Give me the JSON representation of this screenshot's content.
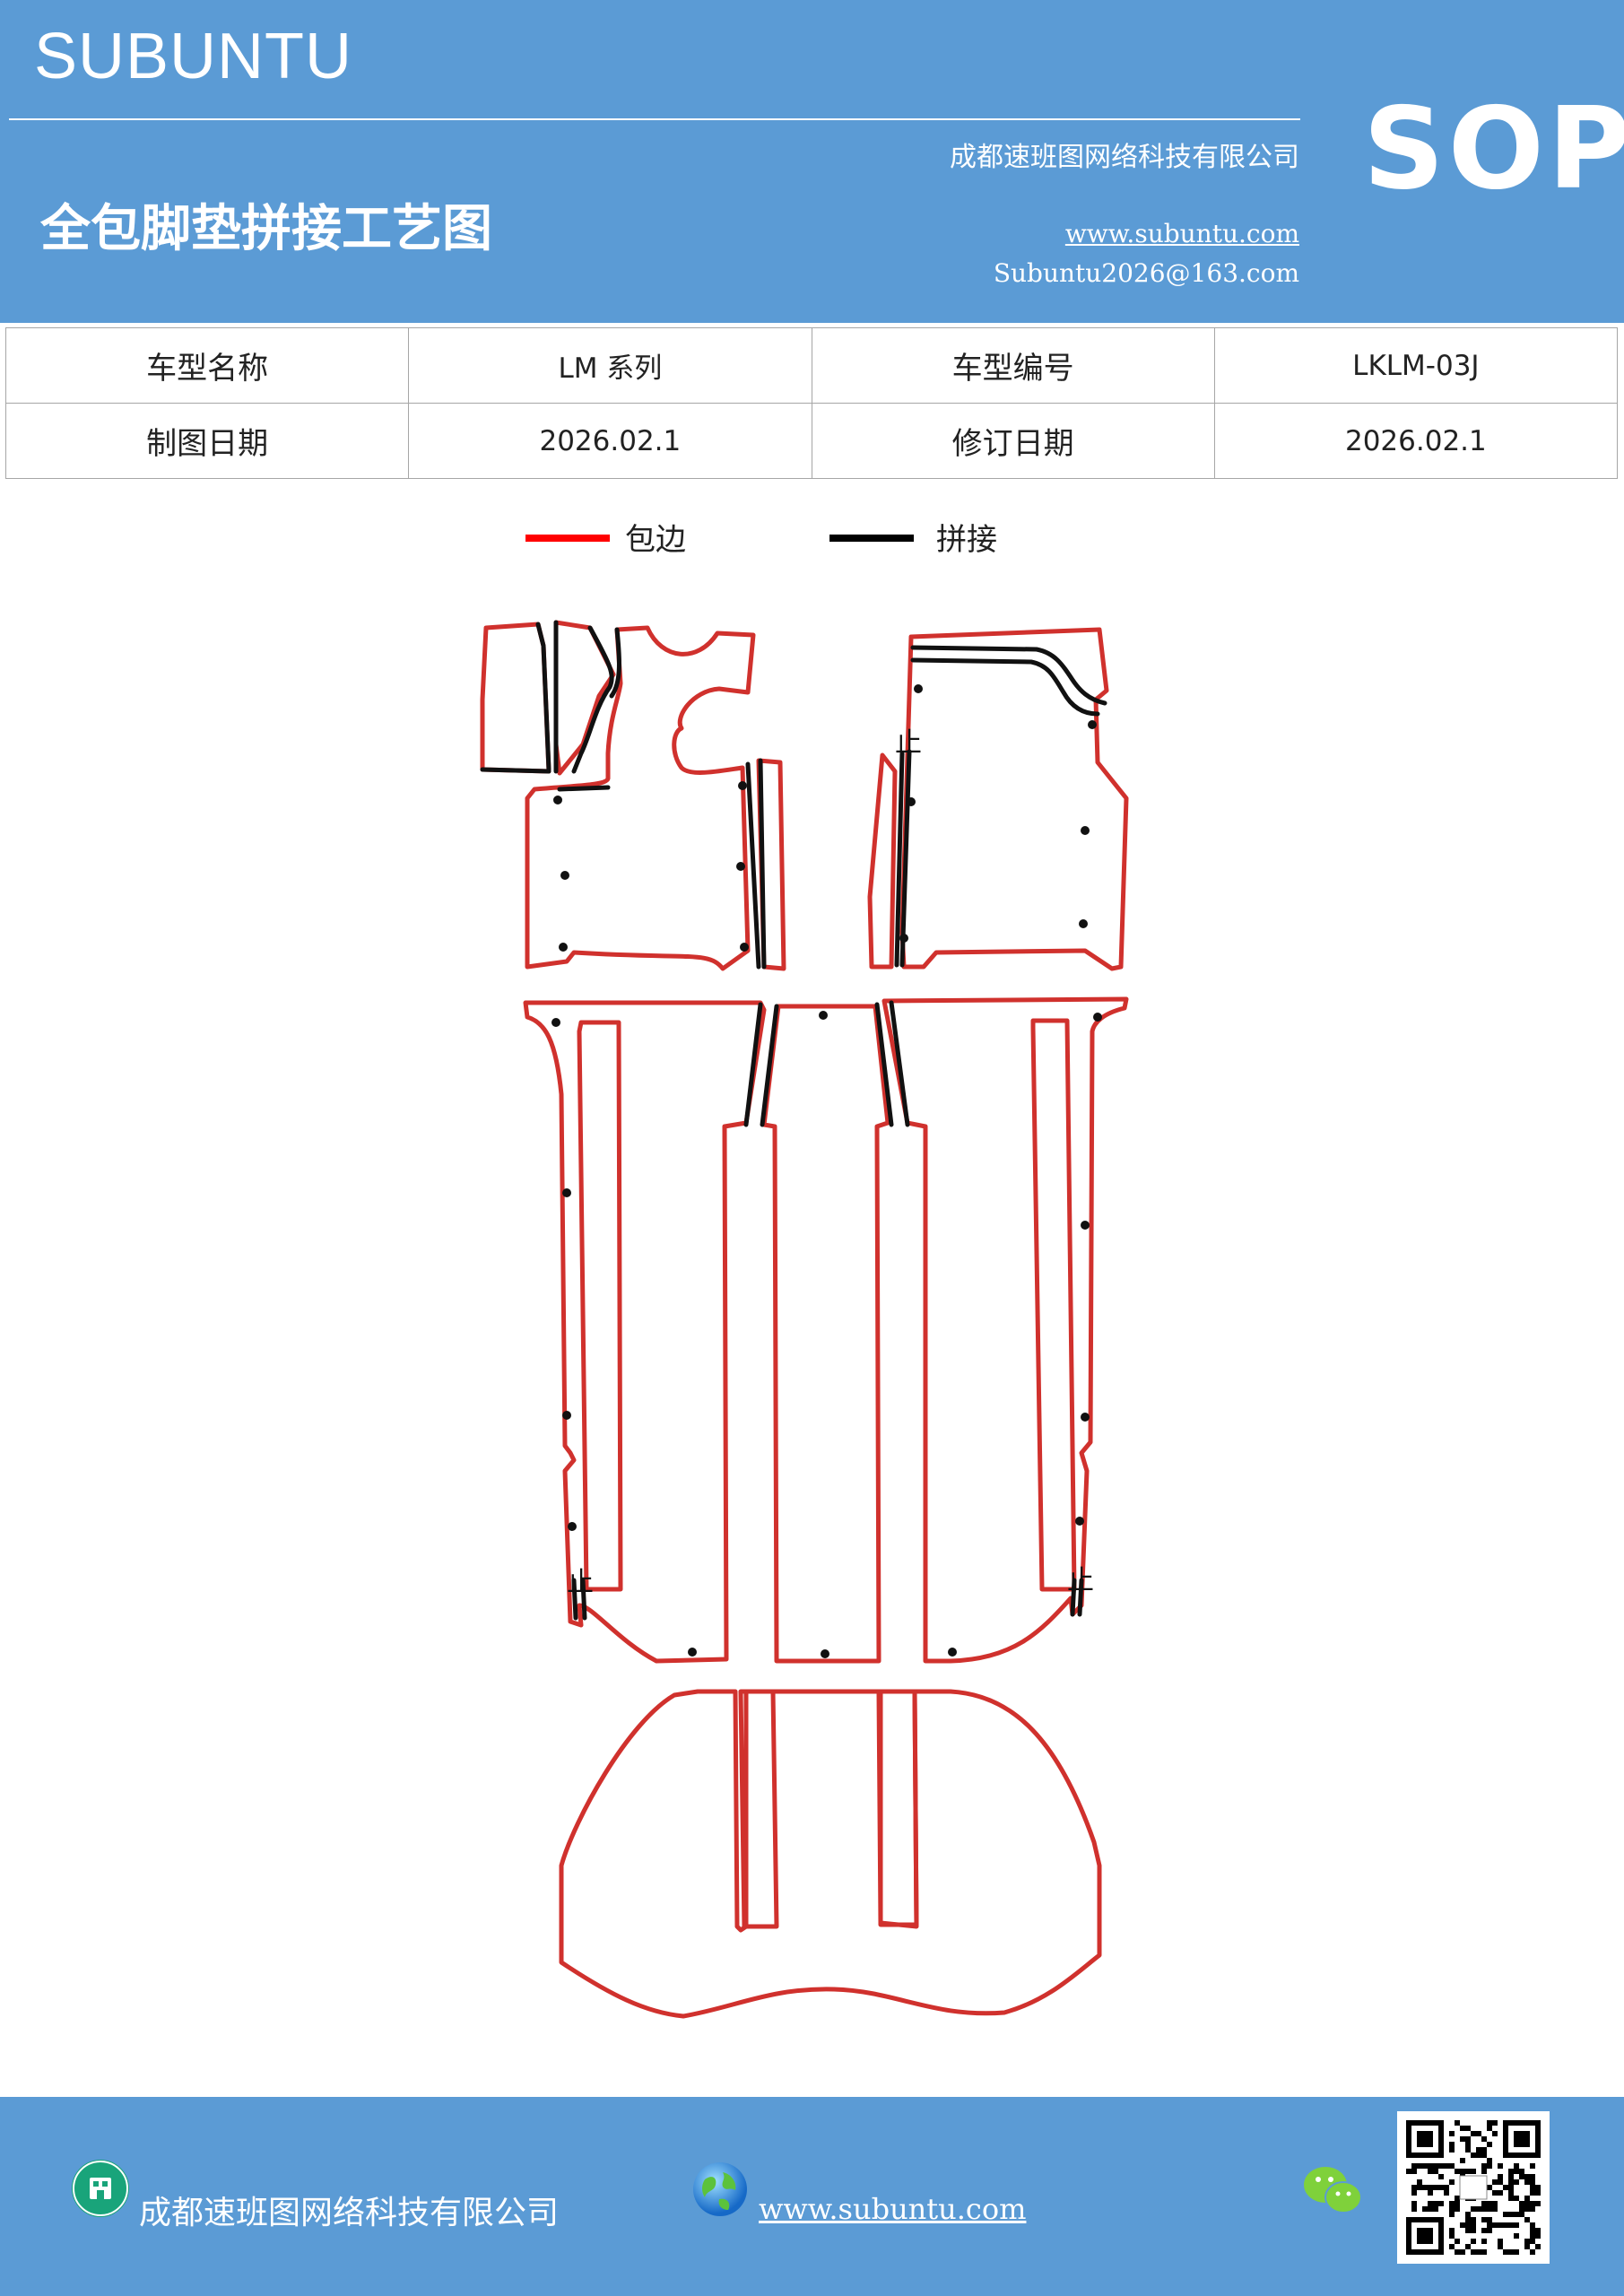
{
  "header": {
    "brand": "SUBUNTU",
    "company": "成都速班图网络科技有限公司",
    "title": "全包脚垫拼接工艺图",
    "url": "www.subuntu.com",
    "email": "Subuntu2026@163.com",
    "sop": "SOP"
  },
  "info_table": {
    "rows": [
      {
        "label1": "车型名称",
        "value1": "LM 系列",
        "label2": "车型编号",
        "value2": "LKLM-03J"
      },
      {
        "label1": "制图日期",
        "value1": "2026.02.1",
        "label2": "修订日期",
        "value2": "2026.02.1"
      }
    ]
  },
  "legend": {
    "items": [
      {
        "label": "包边",
        "color": "#ff0000"
      },
      {
        "label": "拼接",
        "color": "#000000"
      }
    ]
  },
  "diagram": {
    "mark_label": "止",
    "edge_color": "#d0312d",
    "seam_color": "#111111"
  },
  "footer": {
    "company": "成都速班图网络科技有限公司",
    "url": "www.subuntu.com",
    "icons": [
      "building-icon",
      "globe-icon",
      "wechat-icon",
      "qr-code"
    ]
  },
  "colors": {
    "header_bg": "#5b9bd5",
    "footer_bg": "#5b9bd5"
  }
}
